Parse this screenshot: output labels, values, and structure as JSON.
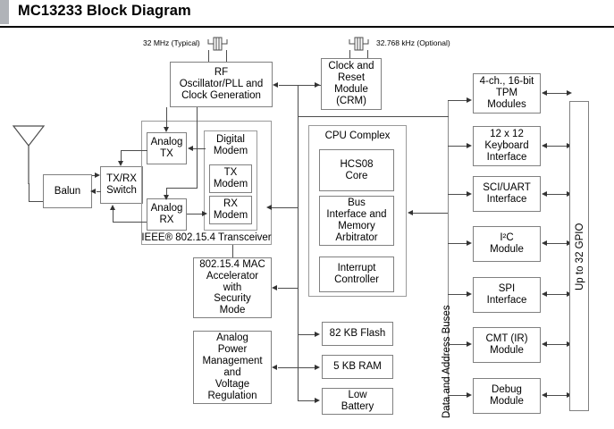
{
  "header": {
    "title": "MC13233 Block Diagram",
    "accent_color": "#b0b3b8",
    "rule_color": "#000000"
  },
  "diagram": {
    "type": "block-diagram",
    "line_color": "#4d4d4d",
    "block_border_color": "#808080",
    "captions": {
      "rf_crystal": "32 MHz (Typical)",
      "crm_crystal": "32.768 kHz (Optional)"
    },
    "icons": {
      "antenna": "antenna-icon",
      "rf_crystal": "crystal-icon",
      "crm_crystal": "crystal-icon"
    },
    "blocks": {
      "balun": "Balun",
      "txrx_switch": "TX/RX\nSwitch",
      "txrx_switch_l1": "TX/RX",
      "txrx_switch_l2": "Switch",
      "rf_osc_l1": "RF",
      "rf_osc_l2": "Oscillator/PLL and",
      "rf_osc_l3": "Clock Generation",
      "analog_tx_l1": "Analog",
      "analog_tx_l2": "TX",
      "analog_rx_l1": "Analog",
      "analog_rx_l2": "RX",
      "digital_modem_l1": "Digital",
      "digital_modem_l2": "Modem",
      "tx_modem_l1": "TX",
      "tx_modem_l2": "Modem",
      "rx_modem_l1": "RX",
      "rx_modem_l2": "Modem",
      "transceiver_group": "IEEE® 802.15.4 Transceiver",
      "crm_l1": "Clock and",
      "crm_l2": "Reset",
      "crm_l3": "Module",
      "crm_l4": "(CRM)",
      "cpu_complex": "CPU Complex",
      "hcs08_l1": "HCS08",
      "hcs08_l2": "Core",
      "bus_if_l1": "Bus",
      "bus_if_l2": "Interface and",
      "bus_if_l3": "Memory",
      "bus_if_l4": "Arbitrator",
      "irq_l1": "Interrupt",
      "irq_l2": "Controller",
      "mac_l1": "802.15.4 MAC",
      "mac_l2": "Accelerator",
      "mac_l3": "with",
      "mac_l4": "Security",
      "mac_l5": "Mode",
      "apm_l1": "Analog",
      "apm_l2": "Power",
      "apm_l3": "Management",
      "apm_l4": "and",
      "apm_l5": "Voltage",
      "apm_l6": "Regulation",
      "flash": "82 KB Flash",
      "ram": "5 KB RAM",
      "low_battery_l1": "Low",
      "low_battery_l2": "Battery",
      "tpm_l1": "4-ch., 16-bit",
      "tpm_l2": "TPM",
      "tpm_l3": "Modules",
      "kbi_l1": "12 x 12",
      "kbi_l2": "Keyboard",
      "kbi_l3": "Interface",
      "sci_l1": "SCI/UART",
      "sci_l2": "Interface",
      "i2c_l1": "I²C",
      "i2c_l2": "Module",
      "spi_l1": "SPI",
      "spi_l2": "Interface",
      "cmt_l1": "CMT (IR)",
      "cmt_l2": "Module",
      "debug_l1": "Debug",
      "debug_l2": "Module",
      "bus_label": "Data and Address Buses",
      "gpio_label": "Up to 32 GPIO"
    }
  }
}
